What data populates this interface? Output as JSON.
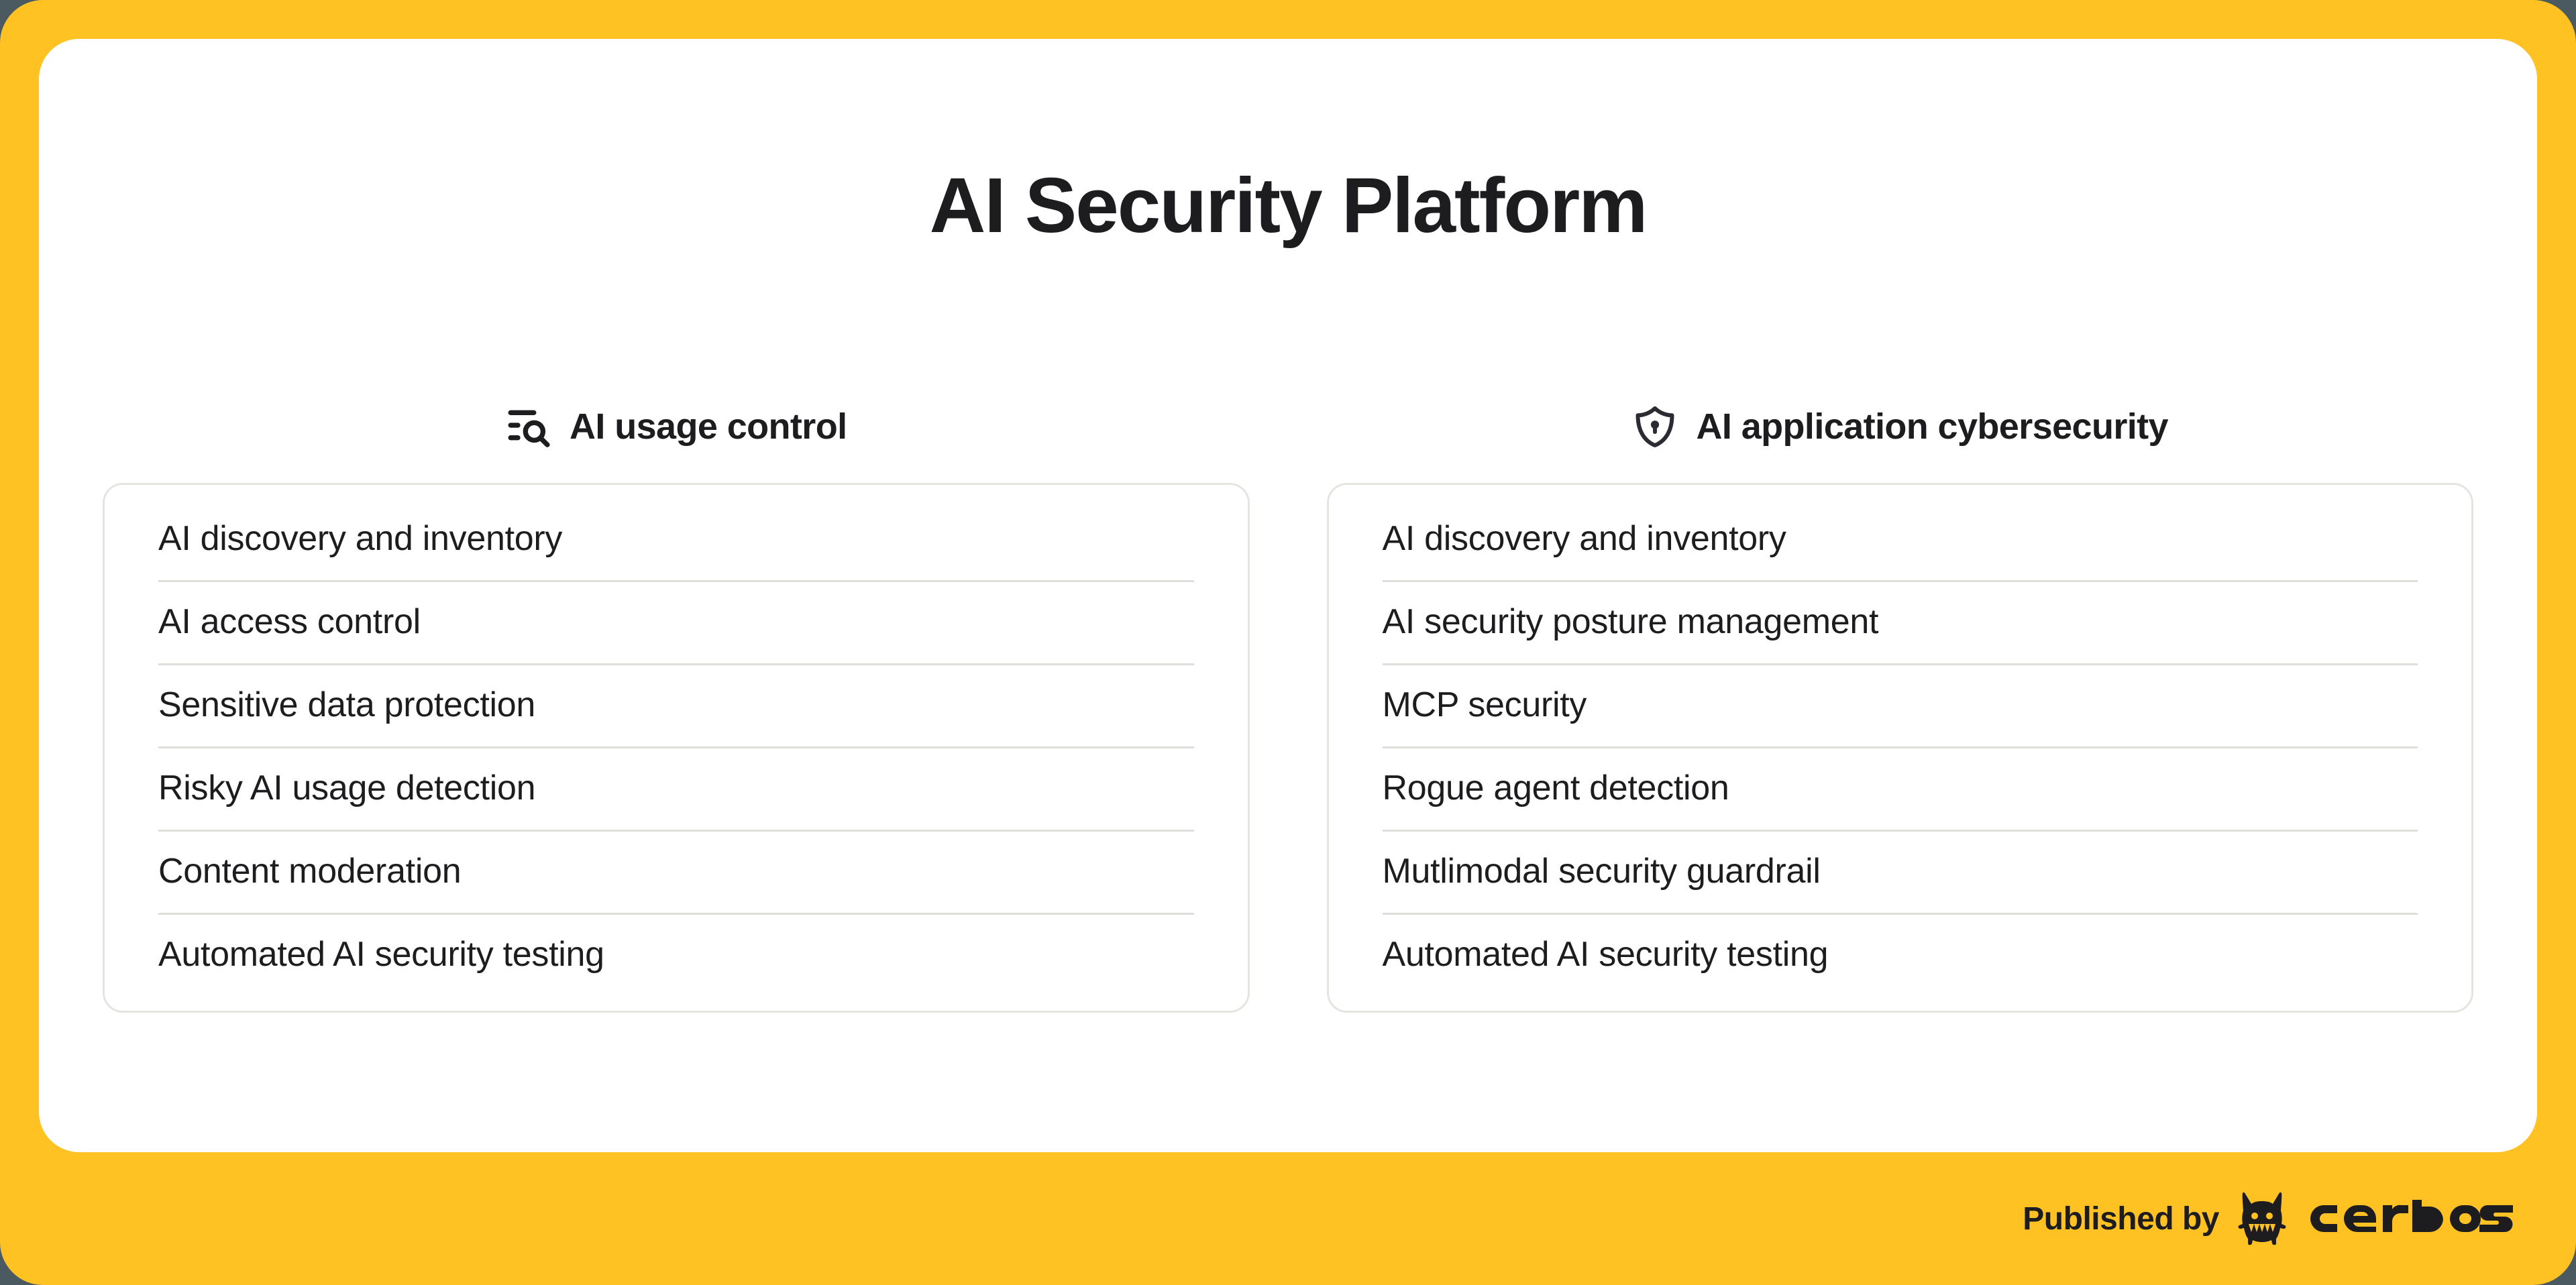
{
  "theme": {
    "frame_color": "#FFC222",
    "card_color": "#FFFFFF",
    "text_color": "#1D1D20",
    "divider_color": "#DEDEDB",
    "panel_border_color": "#E4E4E0"
  },
  "header": {
    "title": "AI Security Platform"
  },
  "columns": [
    {
      "icon": "list-search-icon",
      "label": "AI usage control",
      "items": [
        "AI discovery and inventory",
        "AI access control",
        "Sensitive data protection",
        "Risky AI usage detection",
        "Content moderation",
        "Automated AI security testing"
      ]
    },
    {
      "icon": "shield-lock-icon",
      "label": "AI application cybersecurity",
      "items": [
        "AI discovery and inventory",
        "AI security posture management",
        "MCP security",
        "Rogue agent detection",
        "Mutlimodal security guardrail",
        "Automated AI security testing"
      ]
    }
  ],
  "footer": {
    "published_by": "Published by",
    "brand": "cerbos"
  }
}
